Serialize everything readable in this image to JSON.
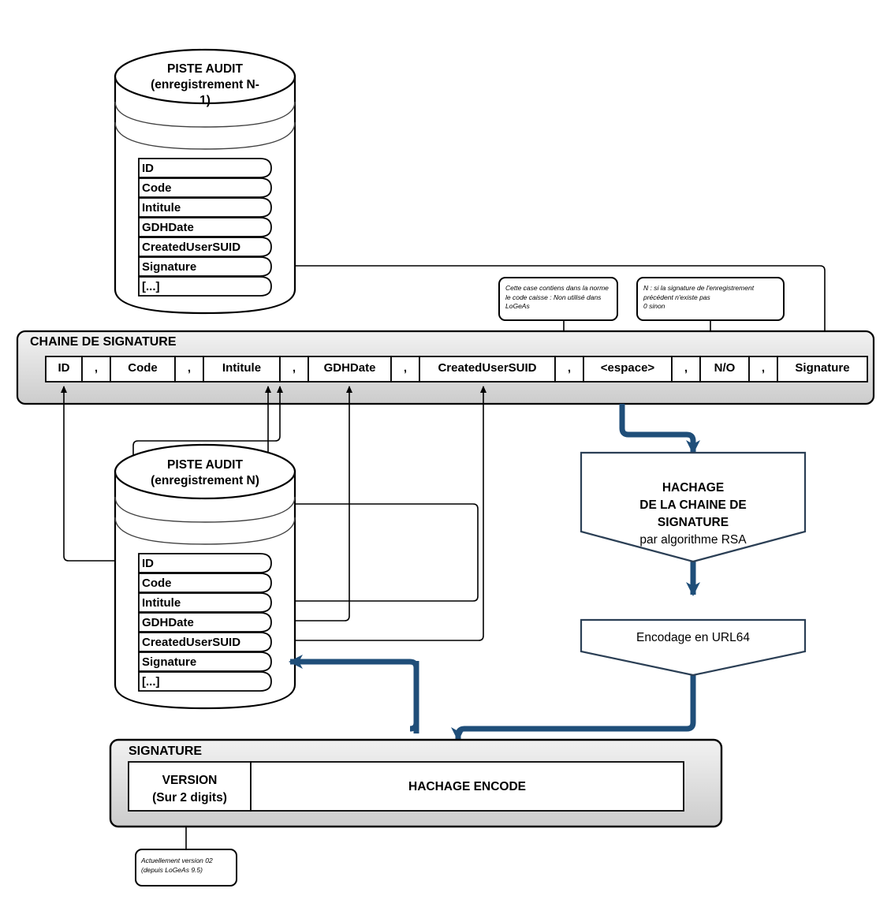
{
  "diagram": {
    "title_semantic": "chaine-de-signature-piste-audit",
    "colors": {
      "accent_blue": "#1F4E79",
      "panel_fill_light": "#efefef",
      "panel_fill_dark": "#cfcfcf",
      "stroke_black": "#000000",
      "stroke_gray": "#404040",
      "white": "#ffffff"
    }
  },
  "audit_prev": {
    "title_line1": "PISTE AUDIT",
    "title_line2": "(enregistrement N-",
    "title_line3": "1)",
    "fields": [
      "ID",
      "Code",
      "Intitule",
      "GDHDate",
      "CreatedUserSUID",
      "Signature",
      "[...]"
    ]
  },
  "audit_current": {
    "title_line1": "PISTE AUDIT",
    "title_line2": "(enregistrement N)",
    "fields": [
      "ID",
      "Code",
      "Intitule",
      "GDHDate",
      "CreatedUserSUID",
      "Signature",
      "[...]"
    ]
  },
  "chain_panel": {
    "title": "CHAINE DE SIGNATURE",
    "cells": [
      {
        "text": "ID",
        "kind": "field"
      },
      {
        "text": ",",
        "kind": "sep"
      },
      {
        "text": "Code",
        "kind": "field"
      },
      {
        "text": ",",
        "kind": "sep"
      },
      {
        "text": "Intitule",
        "kind": "field"
      },
      {
        "text": ",",
        "kind": "sep"
      },
      {
        "text": "GDHDate",
        "kind": "field"
      },
      {
        "text": ",",
        "kind": "sep"
      },
      {
        "text": "CreatedUserSUID",
        "kind": "field"
      },
      {
        "text": ",",
        "kind": "sep"
      },
      {
        "text": "<espace>",
        "kind": "field"
      },
      {
        "text": ",",
        "kind": "sep"
      },
      {
        "text": "N/O",
        "kind": "field"
      },
      {
        "text": ",",
        "kind": "sep"
      },
      {
        "text": "Signature",
        "kind": "field"
      }
    ]
  },
  "callouts": {
    "espace_note": {
      "line1": "Cette case contiens dans la norme",
      "line2": "le code caisse : Non utilisé dans",
      "line3": "LoGeAs"
    },
    "no_note": {
      "line1": "N : si la signature de l'enregistrement",
      "line2": "précédent n'existe pas",
      "line3": "0 sinon"
    },
    "version_note": {
      "line1": "Actuellement version 02",
      "line2": "(depuis LoGeAs 9.5)"
    }
  },
  "hash_box": {
    "line1": "HACHAGE",
    "line2": "DE LA CHAINE DE",
    "line3": "SIGNATURE",
    "line4": "par algorithme RSA"
  },
  "encode_box": {
    "label": "Encodage en URL64"
  },
  "signature_panel": {
    "title": "SIGNATURE",
    "version_cell_line1": "VERSION",
    "version_cell_line2": "(Sur 2 digits)",
    "hash_cell": "HACHAGE ENCODE"
  }
}
